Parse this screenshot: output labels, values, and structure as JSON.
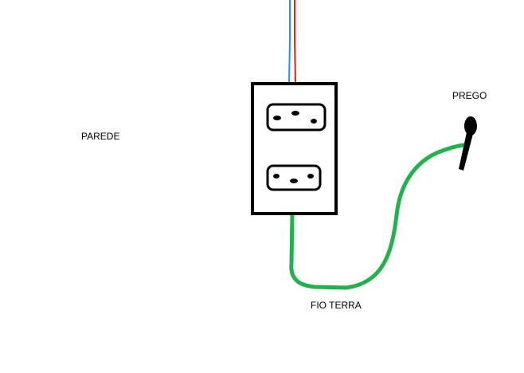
{
  "labels": {
    "wall": "PAREDE",
    "nail": "PREGO",
    "ground_wire": "FIO TERRA"
  },
  "colors": {
    "background": "#ffffff",
    "outline": "#000000",
    "wire_blue": "#1e90ff",
    "wire_red": "#e0201a",
    "wire_green": "#22b14c"
  },
  "icons": [
    "socket-outlet-icon",
    "nail-icon"
  ]
}
